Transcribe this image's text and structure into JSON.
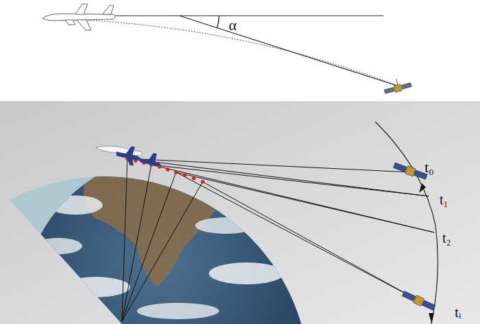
{
  "diagram": {
    "labels": [
      "α",
      "t₀",
      "t₁",
      "t₂",
      "tᵢ"
    ]
  }
}
